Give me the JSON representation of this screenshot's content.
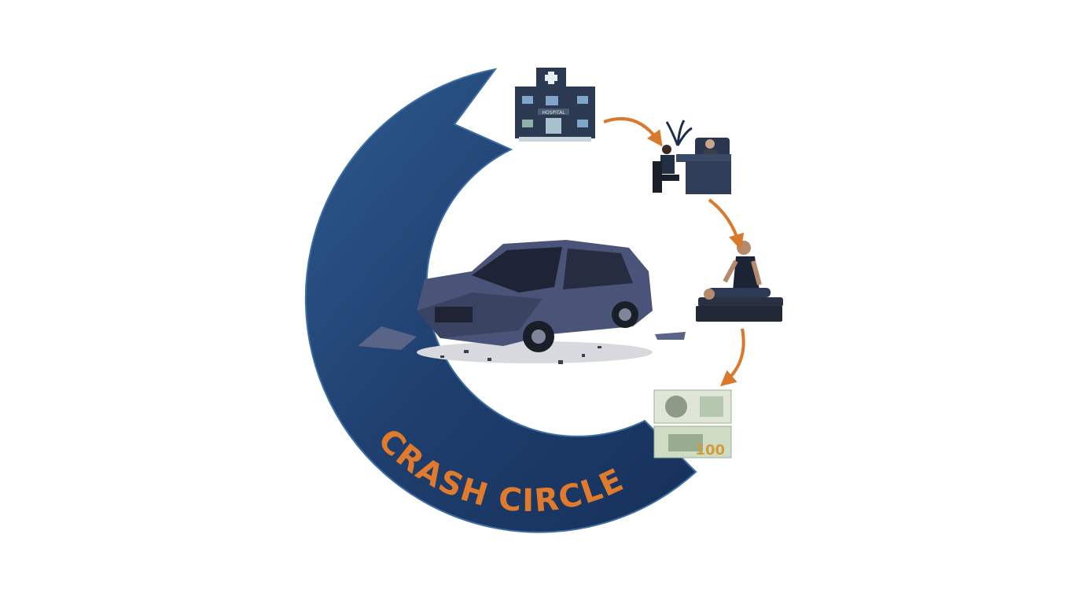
{
  "logo": {
    "text": "CRASH CIRCLE",
    "ribbon_color": "#1f3f6e",
    "text_color": "#e07a2c"
  },
  "steps": [
    {
      "name": "hospital",
      "sign_text": "HOSPITAL"
    },
    {
      "name": "lawyer-office"
    },
    {
      "name": "chiropractor-treatment"
    },
    {
      "name": "money",
      "denomination": "100"
    }
  ],
  "colors": {
    "arrow": "#d9792e",
    "car": "#4a5378",
    "building": "#2b3a52"
  }
}
